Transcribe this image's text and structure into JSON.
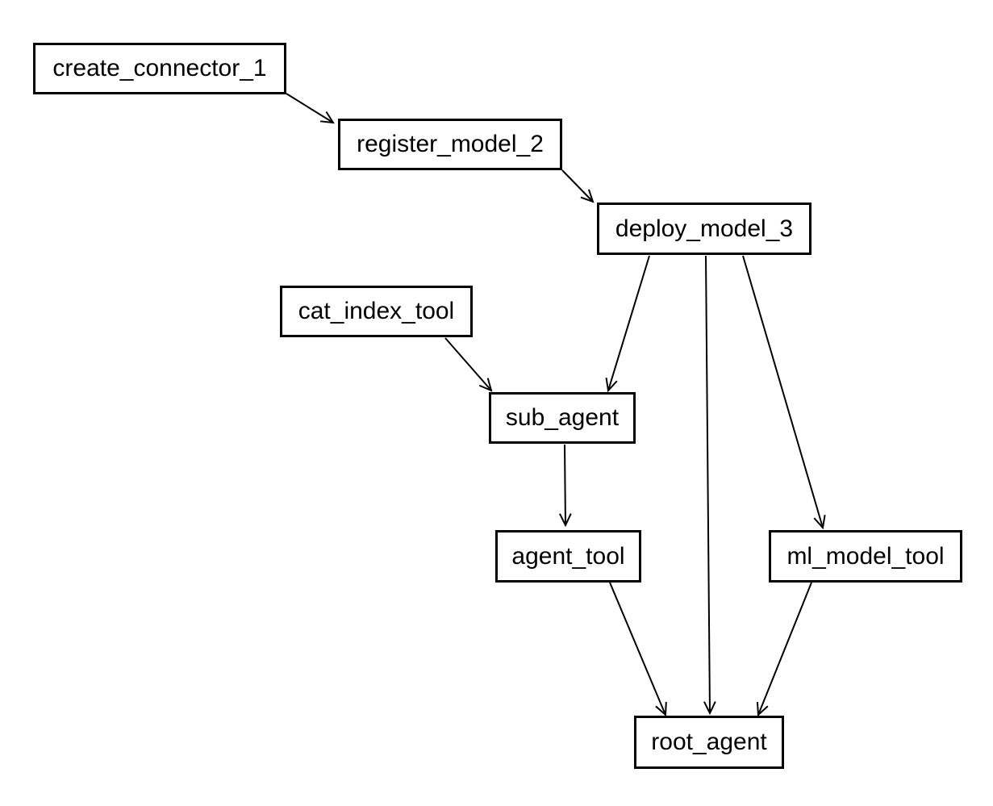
{
  "diagram": {
    "nodes": {
      "create_connector_1": "create_connector_1",
      "register_model_2": "register_model_2",
      "deploy_model_3": "deploy_model_3",
      "cat_index_tool": "cat_index_tool",
      "sub_agent": "sub_agent",
      "agent_tool": "agent_tool",
      "ml_model_tool": "ml_model_tool",
      "root_agent": "root_agent"
    },
    "edges": [
      {
        "from": "create_connector_1",
        "to": "register_model_2"
      },
      {
        "from": "register_model_2",
        "to": "deploy_model_3"
      },
      {
        "from": "deploy_model_3",
        "to": "sub_agent"
      },
      {
        "from": "deploy_model_3",
        "to": "root_agent"
      },
      {
        "from": "deploy_model_3",
        "to": "ml_model_tool"
      },
      {
        "from": "cat_index_tool",
        "to": "sub_agent"
      },
      {
        "from": "sub_agent",
        "to": "agent_tool"
      },
      {
        "from": "agent_tool",
        "to": "root_agent"
      },
      {
        "from": "ml_model_tool",
        "to": "root_agent"
      }
    ]
  }
}
